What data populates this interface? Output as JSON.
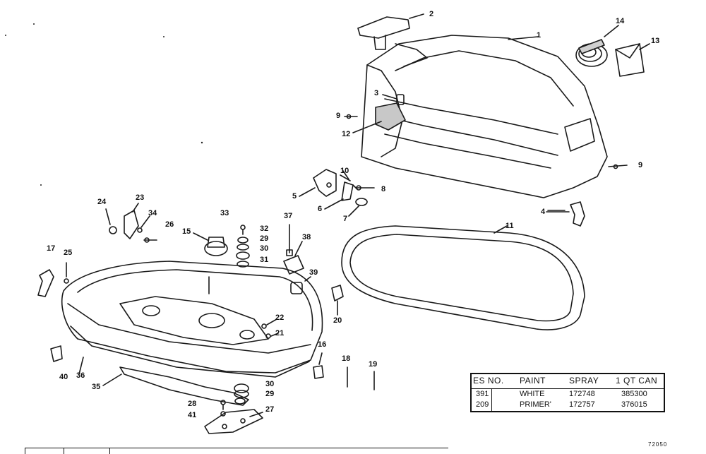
{
  "callouts": [
    "1",
    "2",
    "3",
    "4",
    "5",
    "6",
    "7",
    "8",
    "9",
    "9",
    "10",
    "11",
    "12",
    "13",
    "14",
    "15",
    "16",
    "17",
    "18",
    "19",
    "20",
    "21",
    "22",
    "23",
    "24",
    "25",
    "26",
    "27",
    "28",
    "29",
    "29",
    "30",
    "30",
    "31",
    "32",
    "33",
    "34",
    "35",
    "36",
    "37",
    "38",
    "39",
    "40",
    "41"
  ],
  "table": {
    "headers": [
      "ES NO.",
      "PAINT",
      "SPRAY",
      "1 QT CAN"
    ],
    "rows": [
      [
        "391",
        "WHITE",
        "172748",
        "385300"
      ],
      [
        "209",
        "PRIMER'",
        "172757",
        "376015"
      ]
    ]
  },
  "plate_number": "72050"
}
